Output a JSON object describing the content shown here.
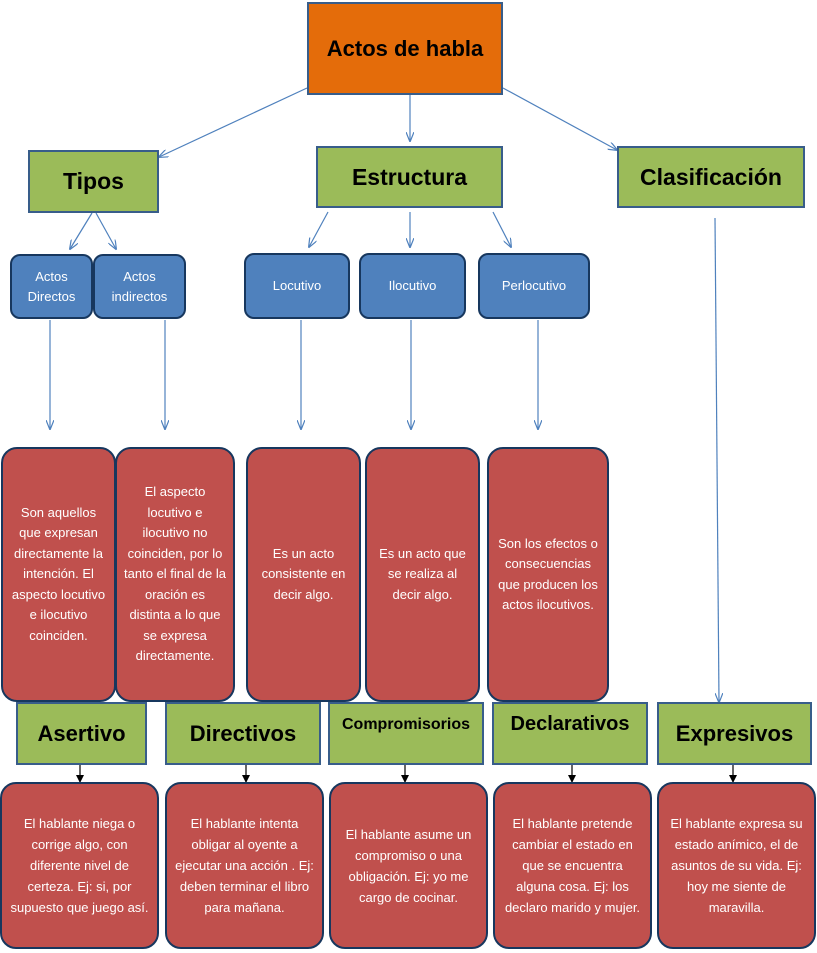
{
  "root": {
    "title": "Actos de habla"
  },
  "categories": {
    "tipos": "Tipos",
    "estructura": "Estructura",
    "clasificacion": "Clasificación"
  },
  "tipos_items": [
    {
      "label": "Actos\nDirectos",
      "description": "Son aquellos que expresan directamente la intención. El aspecto locutivo e ilocutivo coinciden."
    },
    {
      "label": "Actos\nindirectos",
      "description": "El aspecto locutivo e ilocutivo no coinciden, por lo tanto el final de la oración es distinta a lo que se expresa directamente."
    }
  ],
  "estructura_items": [
    {
      "label": "Locutivo",
      "description": "Es un acto consistente en decir algo."
    },
    {
      "label": "Ilocutivo",
      "description": "Es un acto que se realiza al decir algo."
    },
    {
      "label": "Perlocutivo",
      "description": "Son los efectos o consecuencias que producen los actos ilocutivos."
    }
  ],
  "clasificacion_items": [
    {
      "label": "Asertivo",
      "description": "El hablante niega o corrige algo, con diferente nivel de certeza. Ej: si, por supuesto que juego así."
    },
    {
      "label": "Directivos",
      "description": "El hablante intenta obligar al oyente a ejecutar una acción . Ej: deben terminar el libro para mañana."
    },
    {
      "label": "Compromisorios",
      "description": "El hablante asume un compromiso o una obligación. Ej: yo me cargo de cocinar."
    },
    {
      "label": "Declarativos",
      "description": "El hablante pretende cambiar el estado en que se encuentra alguna cosa. Ej: los declaro marido y mujer."
    },
    {
      "label": "Expresivos",
      "description": "El hablante expresa su estado anímico, el de asuntos de su vida. Ej:  hoy me siente de maravilla."
    }
  ],
  "colors": {
    "root": "#e46c0a",
    "category": "#9bbb59",
    "node": "#4f81bd",
    "description": "#c0504d",
    "connector": "#4f81bd"
  }
}
